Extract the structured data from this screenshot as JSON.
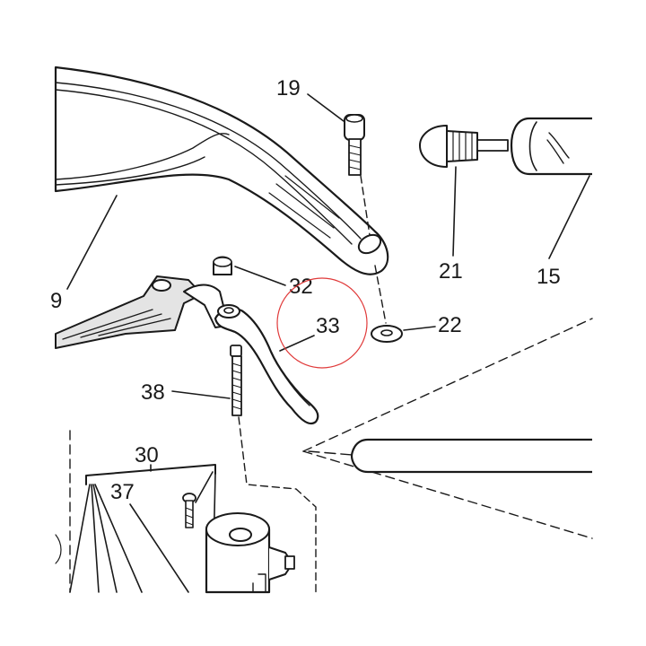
{
  "labels": {
    "l19": "19",
    "l32": "32",
    "l33": "33",
    "l22": "22",
    "l21": "21",
    "l15": "15",
    "l38": "38",
    "l30": "30",
    "l37": "37",
    "l_edge": "9"
  },
  "highlight": {
    "target": "33",
    "color": "#e03a3a"
  },
  "colors": {
    "ink": "#1a1a1a",
    "paper": "#ffffff"
  }
}
